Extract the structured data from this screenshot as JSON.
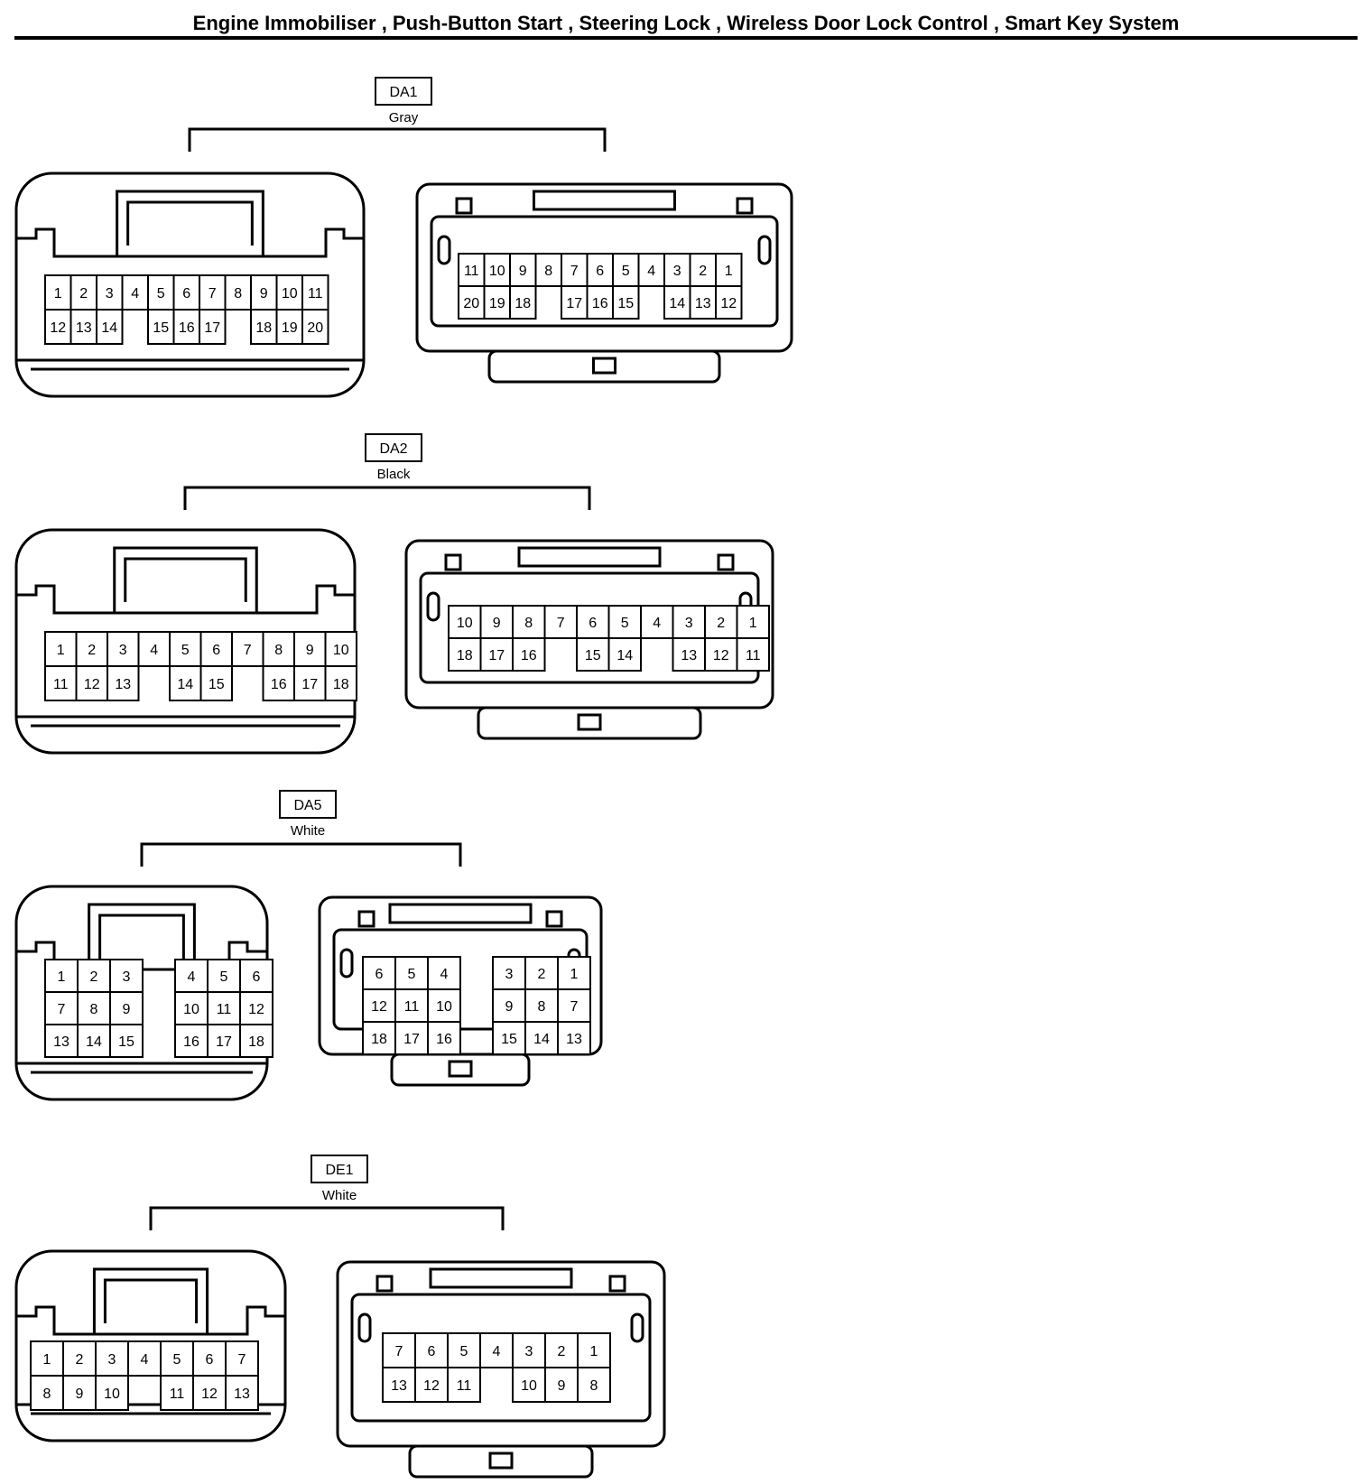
{
  "title": "Engine Immobiliser , Push-Button Start , Steering Lock , Wireless Door Lock Control , Smart Key System",
  "connectors": [
    {
      "id": "DA1",
      "color": "Gray",
      "male": {
        "rows": [
          [
            "1",
            "2",
            "3",
            "4",
            "5",
            "6",
            "7",
            "8",
            "9",
            "10",
            "11"
          ],
          [
            "12",
            "13",
            "14",
            "",
            "15",
            "16",
            "17",
            "",
            "18",
            "19",
            "20"
          ]
        ]
      },
      "female": {
        "rows": [
          [
            "11",
            "10",
            "9",
            "8",
            "7",
            "6",
            "5",
            "4",
            "3",
            "2",
            "1"
          ],
          [
            "20",
            "19",
            "18",
            "",
            "17",
            "16",
            "15",
            "",
            "14",
            "13",
            "12"
          ]
        ]
      }
    },
    {
      "id": "DA2",
      "color": "Black",
      "male": {
        "rows": [
          [
            "1",
            "2",
            "3",
            "4",
            "5",
            "6",
            "7",
            "8",
            "9",
            "10"
          ],
          [
            "11",
            "12",
            "13",
            "",
            "14",
            "15",
            "",
            "16",
            "17",
            "18"
          ]
        ]
      },
      "female": {
        "rows": [
          [
            "10",
            "9",
            "8",
            "7",
            "6",
            "5",
            "4",
            "3",
            "2",
            "1"
          ],
          [
            "18",
            "17",
            "16",
            "",
            "15",
            "14",
            "",
            "13",
            "12",
            "11"
          ]
        ]
      }
    },
    {
      "id": "DA5",
      "color": "White",
      "male": {
        "rows": [
          [
            "1",
            "2",
            "3",
            "",
            "4",
            "5",
            "6"
          ],
          [
            "7",
            "8",
            "9",
            "",
            "10",
            "11",
            "12"
          ],
          [
            "13",
            "14",
            "15",
            "",
            "16",
            "17",
            "18"
          ]
        ]
      },
      "female": {
        "rows": [
          [
            "6",
            "5",
            "4",
            "",
            "3",
            "2",
            "1"
          ],
          [
            "12",
            "11",
            "10",
            "",
            "9",
            "8",
            "7"
          ],
          [
            "18",
            "17",
            "16",
            "",
            "15",
            "14",
            "13"
          ]
        ]
      }
    },
    {
      "id": "DE1",
      "color": "White",
      "male": {
        "rows": [
          [
            "1",
            "2",
            "3",
            "4",
            "5",
            "6",
            "7"
          ],
          [
            "8",
            "9",
            "10",
            "",
            "11",
            "12",
            "13"
          ]
        ]
      },
      "female": {
        "rows": [
          [
            "7",
            "6",
            "5",
            "4",
            "3",
            "2",
            "1"
          ],
          [
            "13",
            "12",
            "11",
            "",
            "10",
            "9",
            "8"
          ]
        ]
      }
    }
  ]
}
